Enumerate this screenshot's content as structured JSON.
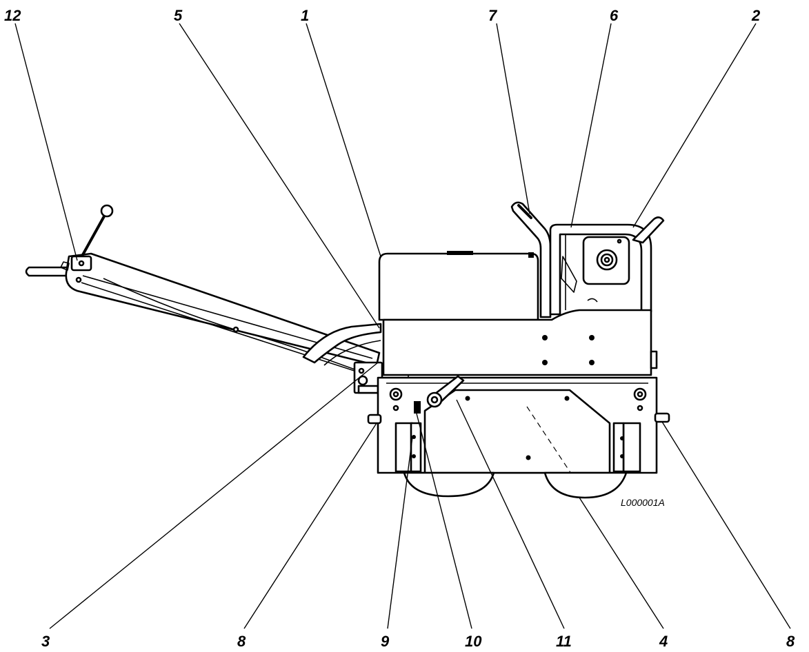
{
  "callouts": {
    "top": [
      "12",
      "5",
      "1",
      "7",
      "6",
      "2"
    ],
    "bottom": [
      "3",
      "8",
      "9",
      "10",
      "11",
      "4",
      "8"
    ]
  },
  "drawing_code": "L000001A",
  "colors": {
    "line": "#000000",
    "background": "#ffffff"
  }
}
